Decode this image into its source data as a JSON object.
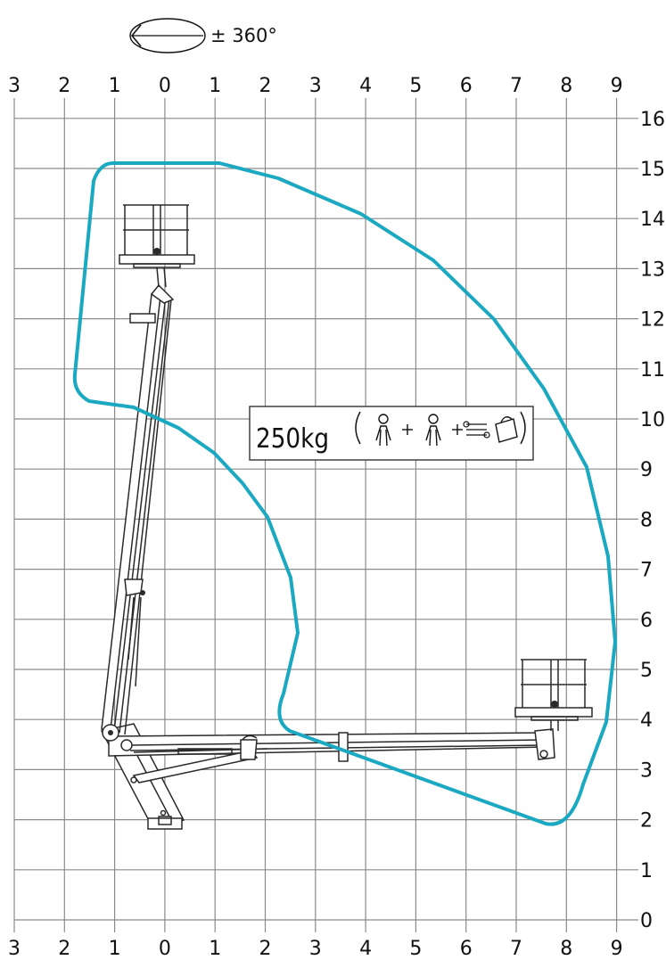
{
  "rotation": {
    "label": "± 360°"
  },
  "load": {
    "capacity": "250kg",
    "persons": 2
  },
  "axes": {
    "x_ticks": [
      "3",
      "2",
      "1",
      "0",
      "1",
      "2",
      "3",
      "4",
      "5",
      "6",
      "7",
      "8",
      "9"
    ],
    "y_ticks": [
      "0",
      "1",
      "2",
      "3",
      "4",
      "5",
      "6",
      "7",
      "8",
      "9",
      "10",
      "11",
      "12",
      "13",
      "14",
      "15",
      "16"
    ]
  },
  "colors": {
    "envelope": "#1aa9c1",
    "grid": "#8a8a8a",
    "machine": "#2a2a2a"
  },
  "icons": [
    "rotation-ellipse-icon",
    "person-icon",
    "person-icon",
    "tools-icon"
  ]
}
